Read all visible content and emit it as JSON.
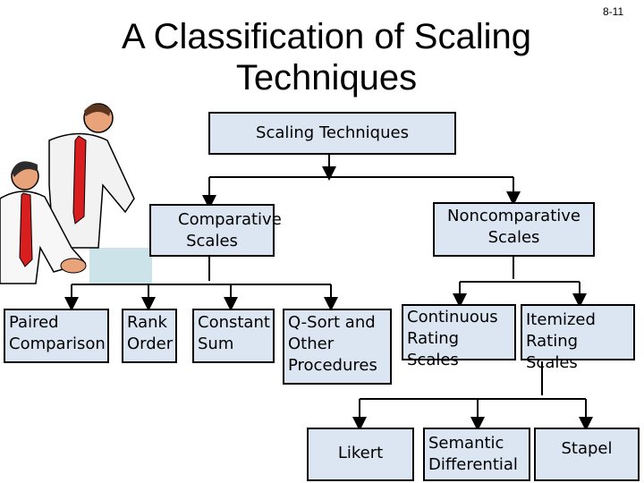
{
  "page_number": "8-11",
  "title": "A Classification of Scaling Techniques",
  "nodes": {
    "root": "Scaling Techniques",
    "comparative": "Comparative Scales",
    "noncomparative": "Noncomparative Scales",
    "paired": "Paired Comparison",
    "rank": "Rank Order",
    "constant": "Constant Sum",
    "qsort": "Q-Sort and Other Procedures",
    "continuous": "Continuous Rating Scales",
    "itemized": "Itemized Rating Scales",
    "likert": "Likert",
    "semantic": "Semantic Differential",
    "stapel": "Stapel"
  },
  "colors": {
    "box_fill": "#dce6f2",
    "border": "#000000"
  }
}
